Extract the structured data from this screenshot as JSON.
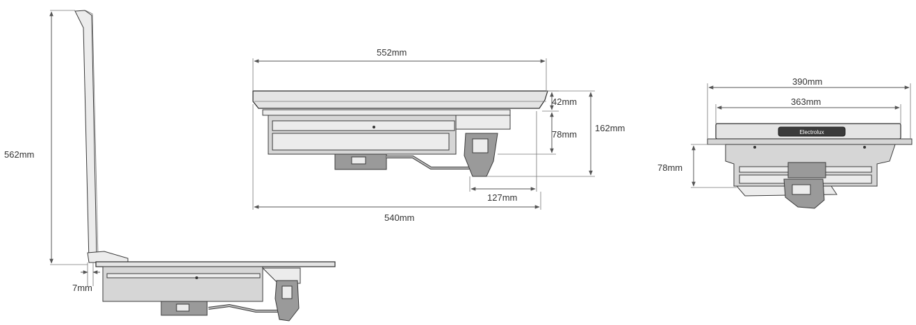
{
  "figure": {
    "views": [
      {
        "id": "side-open",
        "dimensions": {
          "height": "562mm",
          "offset": "7mm"
        }
      },
      {
        "id": "side-closed",
        "dimensions": {
          "width_top": "552mm",
          "width_bottom": "540mm",
          "top_thickness": "42mm",
          "body_depth": "78mm",
          "total_depth": "162mm",
          "outlet_offset": "127mm"
        }
      },
      {
        "id": "front",
        "dimensions": {
          "width_outer": "390mm",
          "width_inner": "363mm",
          "depth": "78mm"
        },
        "brand_label": "Electrolux"
      }
    ]
  }
}
